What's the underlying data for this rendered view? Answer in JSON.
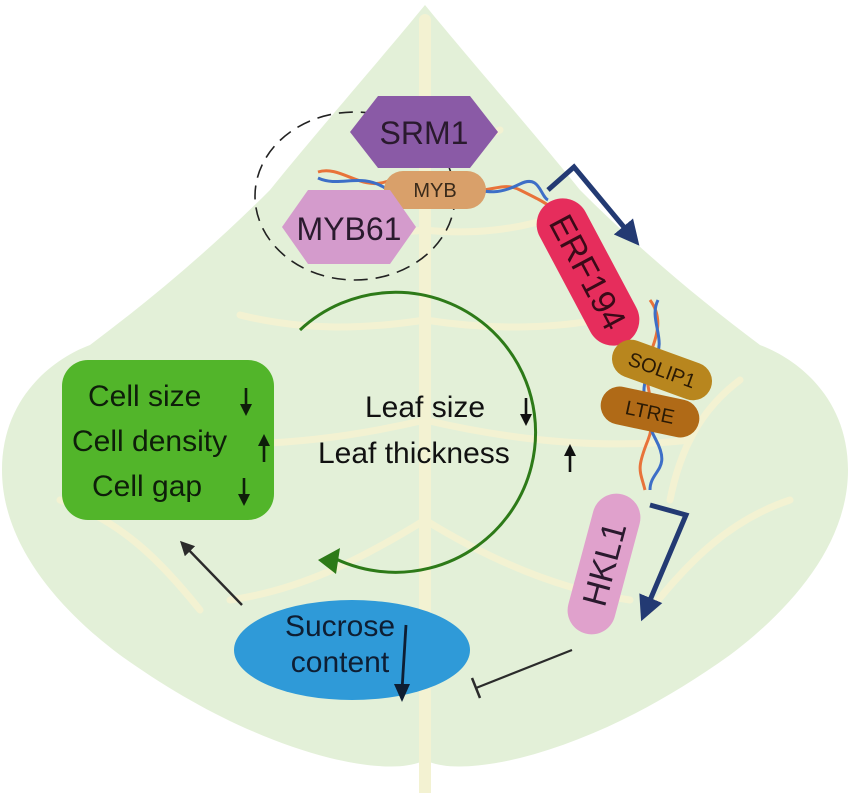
{
  "proteins": {
    "srm1": "SRM1",
    "myb": "MYB",
    "myb61": "MYB61",
    "erf194": "ERF194",
    "solip1": "SOLIP1",
    "ltre": "LTRE",
    "hkl1": "HKL1"
  },
  "phenotype_box": {
    "cell_size": "Cell size",
    "cell_density": "Cell density",
    "cell_gap": "Cell gap"
  },
  "center": {
    "leaf_size": "Leaf size",
    "leaf_thickness": "Leaf thickness"
  },
  "sucrose": {
    "line1": "Sucrose",
    "line2": "content"
  },
  "colors": {
    "leaf": "#e3f0d8",
    "veins": "#f3f2d2",
    "srm1": "#8a5aa6",
    "myb": "#d9a06a",
    "myb61": "#d49bcc",
    "erf194": "#e62d5c",
    "solip1": "#b8861e",
    "ltre": "#b06a17",
    "hkl1": "#e0a1cc",
    "green_box": "#52b52a",
    "cycle": "#2d7a18",
    "sucrose": "#2f9ad8",
    "arrow_navy": "#233a73"
  }
}
